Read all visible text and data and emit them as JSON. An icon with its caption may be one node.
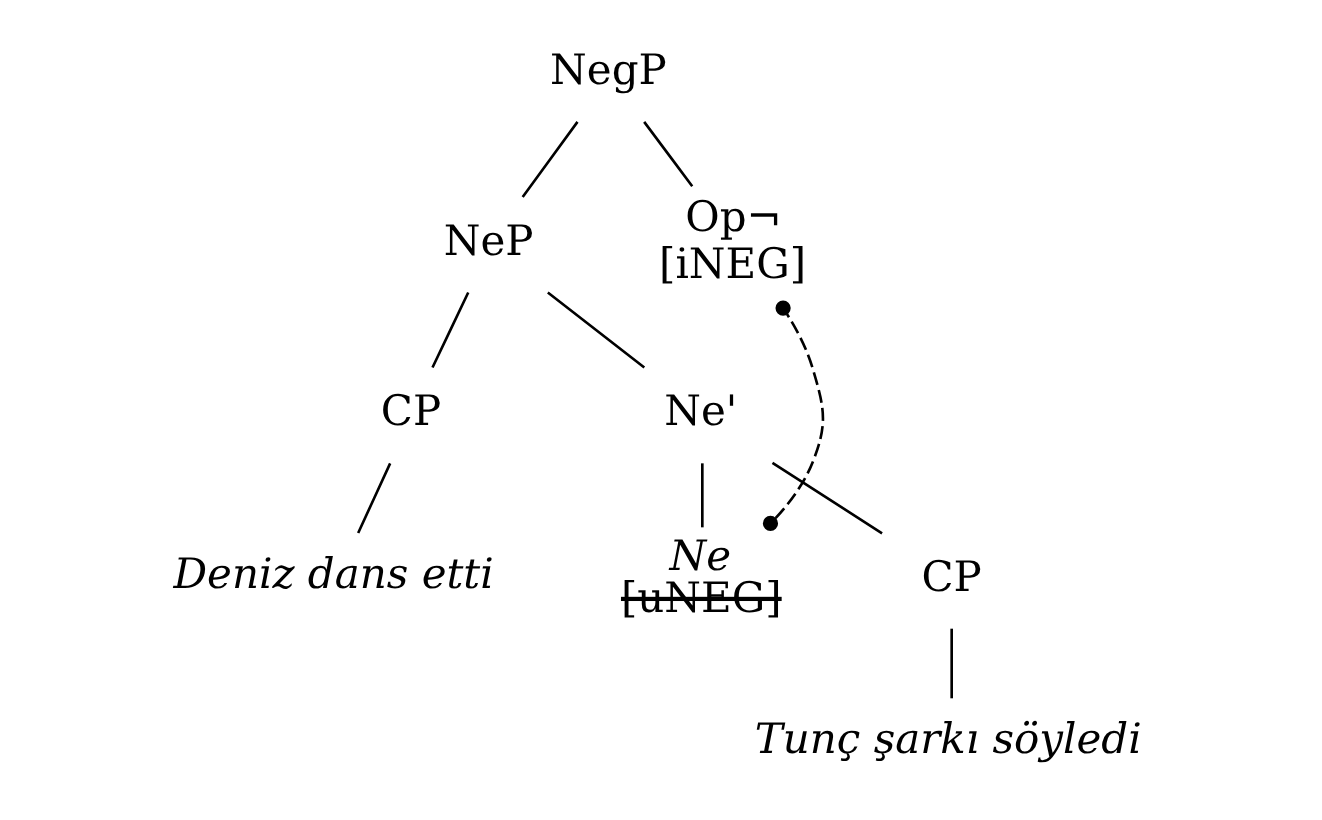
{
  "diagram": {
    "nodes": [
      {
        "text": [
          "NegP"
        ]
      },
      {
        "text": [
          "NeP"
        ]
      },
      {
        "text": [
          "Op¬",
          "[iNEG]"
        ]
      },
      {
        "text": [
          "CP"
        ]
      },
      {
        "text": [
          "Ne'"
        ]
      },
      {
        "text": [
          "Deniz dans etti"
        ]
      },
      {
        "text": [
          "Ne",
          "[uNEG]"
        ]
      },
      {
        "text": [
          "CP"
        ]
      },
      {
        "text": [
          "Tunç şarkı söyledi"
        ]
      }
    ],
    "edges": [
      {
        "from": 0,
        "to": 1,
        "arrow": "none"
      },
      {
        "from": 0,
        "to": 2,
        "arrow": "none"
      },
      {
        "from": 1,
        "to": 3,
        "arrow": "none"
      },
      {
        "from": 1,
        "to": 4,
        "arrow": "none"
      },
      {
        "from": 3,
        "to": 5,
        "arrow": "none"
      },
      {
        "from": 4,
        "to": 6,
        "arrow": "none"
      },
      {
        "from": 4,
        "to": 7,
        "arrow": "none"
      },
      {
        "from": 7,
        "to": 8,
        "arrow": "none"
      },
      {
        "from": 6,
        "to": 2,
        "arrow": "other",
        "style": "dashed"
      }
    ]
  }
}
